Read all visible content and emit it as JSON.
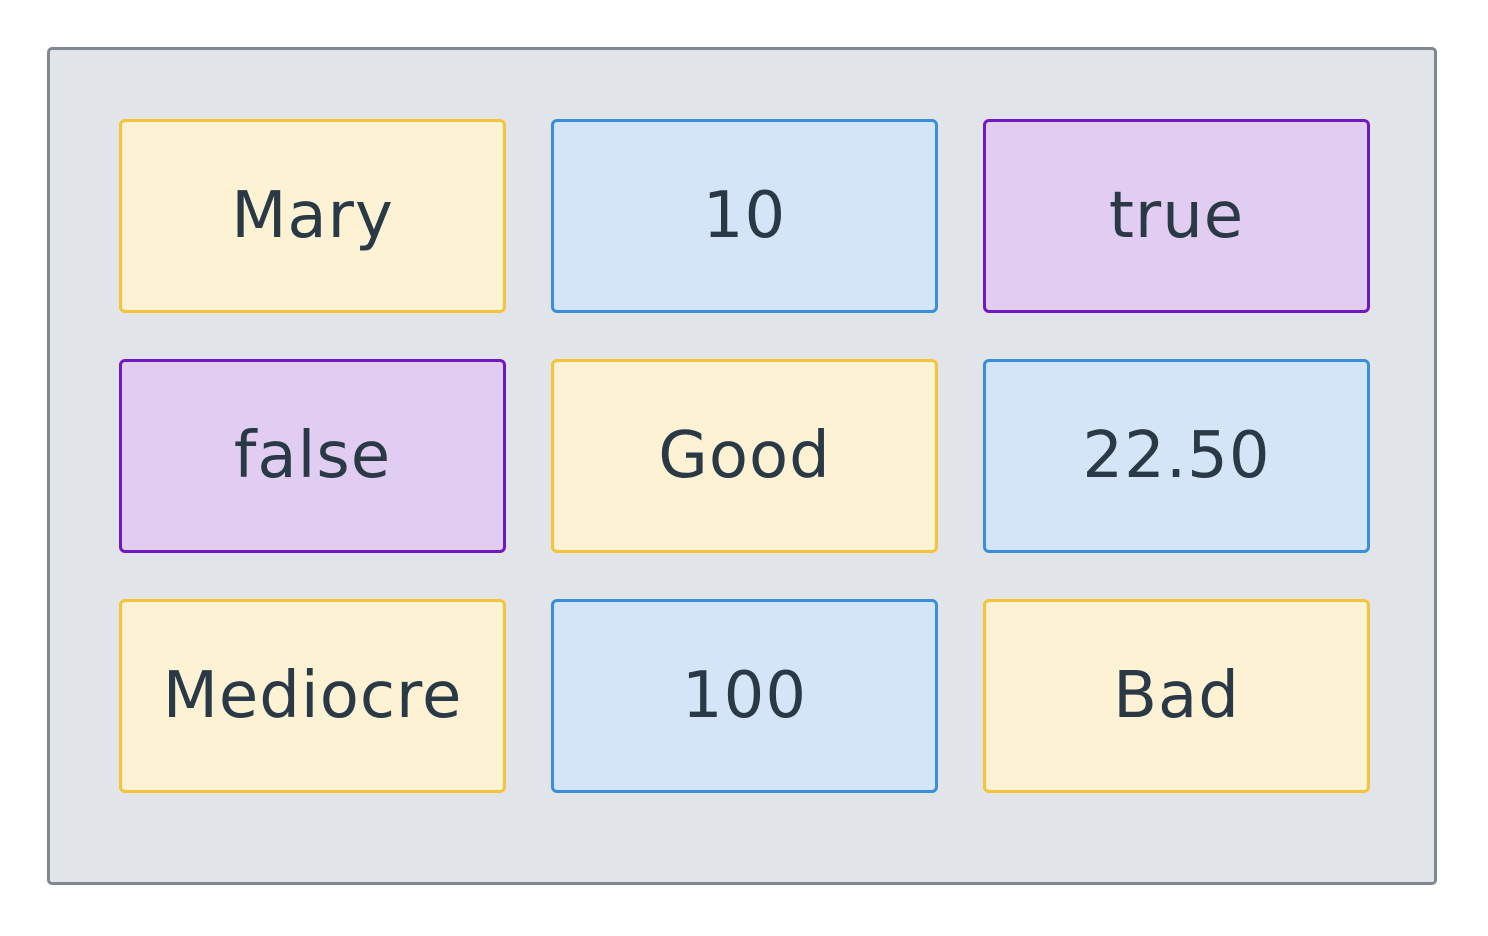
{
  "cells": [
    {
      "label": "Mary",
      "kind": "string"
    },
    {
      "label": "10",
      "kind": "number"
    },
    {
      "label": "true",
      "kind": "boolean"
    },
    {
      "label": "false",
      "kind": "boolean"
    },
    {
      "label": "Good",
      "kind": "string"
    },
    {
      "label": "22.50",
      "kind": "number"
    },
    {
      "label": "Mediocre",
      "kind": "string"
    },
    {
      "label": "100",
      "kind": "number"
    },
    {
      "label": "Bad",
      "kind": "string"
    }
  ],
  "colors": {
    "panel_fill": "#e1e5e9",
    "panel_border": "#7d8893",
    "string_fill": "#fdf2d4",
    "string_border": "#f3c43c",
    "number_fill": "#d3e5f6",
    "number_border": "#3a8ede",
    "boolean_fill": "#e1cdf1",
    "boolean_border": "#7119c0",
    "text": "#2a3946"
  }
}
